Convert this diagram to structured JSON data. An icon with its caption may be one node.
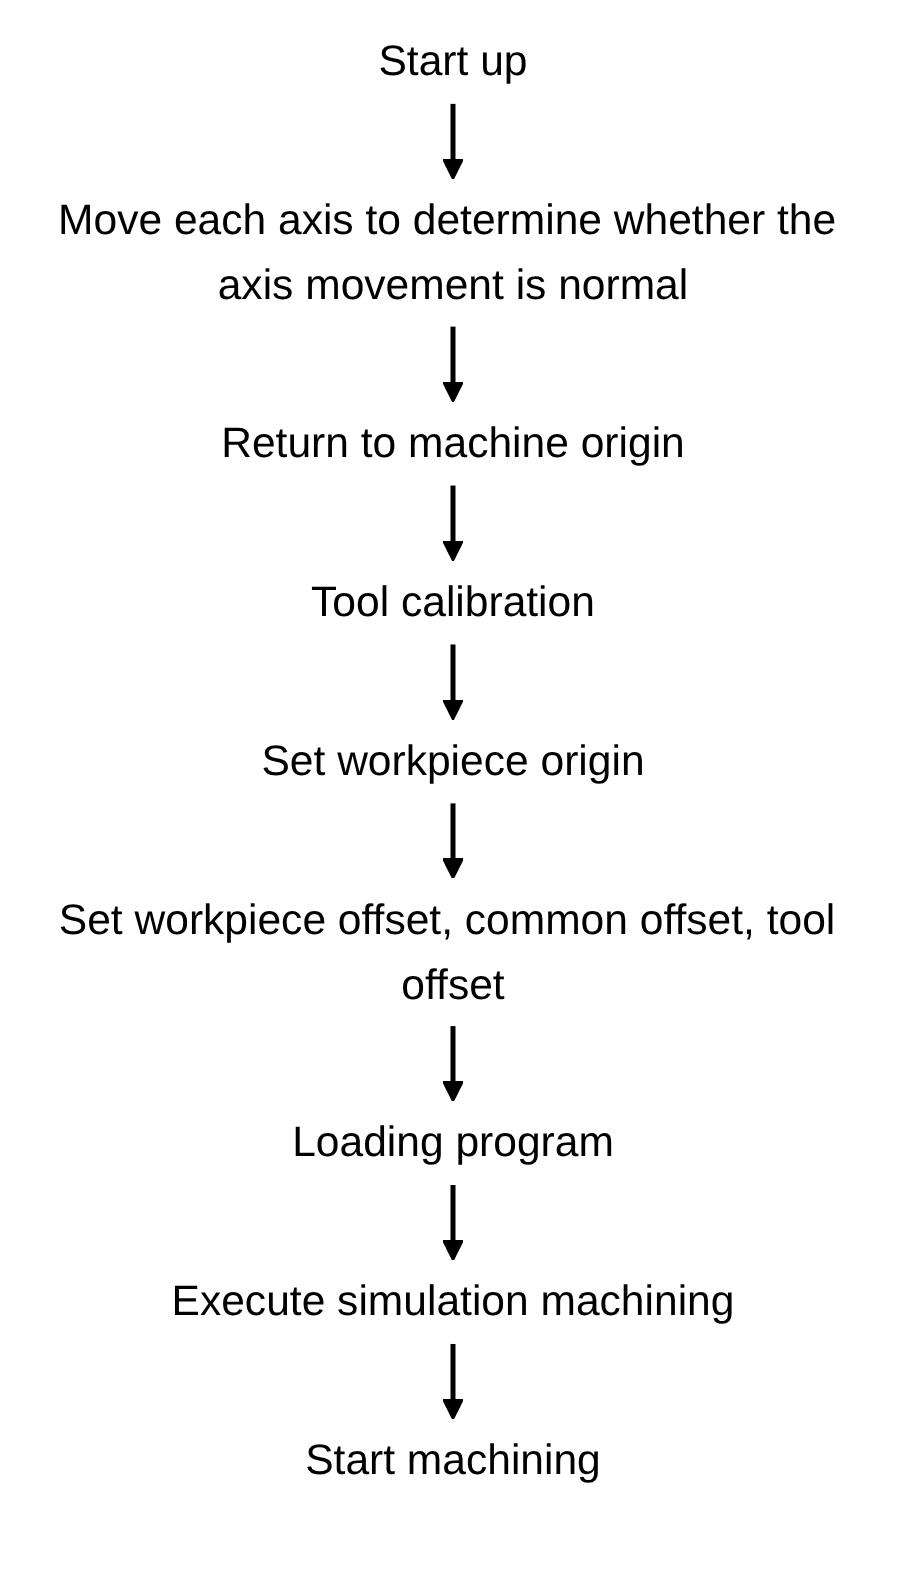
{
  "diagram": {
    "nodes": [
      {
        "text": [
          "Start up"
        ]
      },
      {
        "text": [
          "Move each axis to determine whether the axis movement is normal"
        ]
      },
      {
        "text": [
          "Return to machine origin"
        ]
      },
      {
        "text": [
          "Tool calibration"
        ]
      },
      {
        "text": [
          "Set workpiece origin"
        ]
      },
      {
        "text": [
          "Set workpiece offset, common offset, tool offset"
        ]
      },
      {
        "text": [
          "Loading program"
        ]
      },
      {
        "text": [
          "Execute simulation machining"
        ]
      },
      {
        "text": [
          "Start machining"
        ]
      }
    ],
    "edges": [
      {
        "from": 0,
        "to": 1,
        "arrow": "to"
      },
      {
        "from": 1,
        "to": 2,
        "arrow": "to"
      },
      {
        "from": 2,
        "to": 3,
        "arrow": "to"
      },
      {
        "from": 3,
        "to": 4,
        "arrow": "to"
      },
      {
        "from": 4,
        "to": 5,
        "arrow": "to"
      },
      {
        "from": 5,
        "to": 6,
        "arrow": "to"
      },
      {
        "from": 6,
        "to": 7,
        "arrow": "to"
      },
      {
        "from": 7,
        "to": 8,
        "arrow": "to"
      }
    ]
  }
}
